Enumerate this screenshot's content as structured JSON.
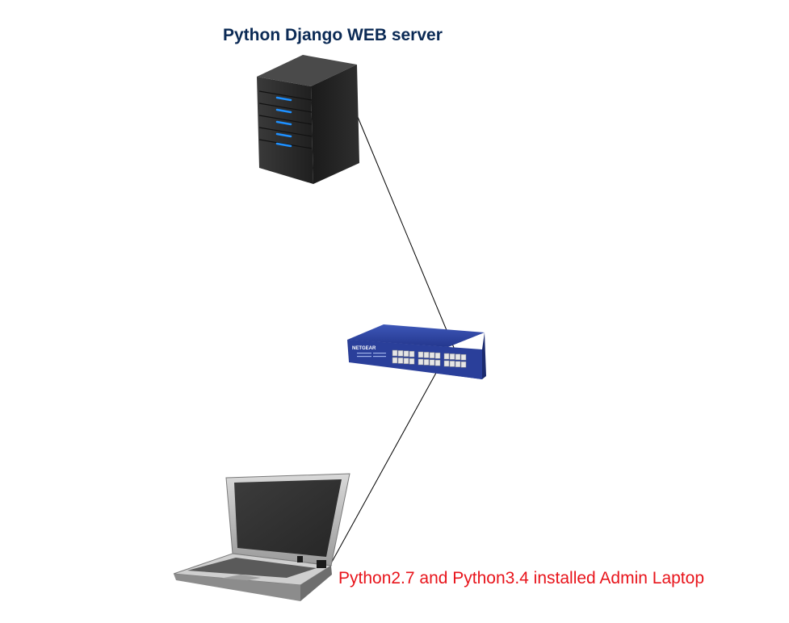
{
  "nodes": {
    "server": {
      "label": "Python Django WEB server",
      "icon": "server-tower-icon"
    },
    "switch": {
      "brand": "NETGEAR",
      "icon": "network-switch-icon"
    },
    "laptop": {
      "label": "Python2.7 and Python3.4 installed Admin Laptop",
      "icon": "laptop-icon"
    }
  },
  "connections": [
    {
      "from": "server",
      "to": "switch"
    },
    {
      "from": "switch",
      "to": "laptop"
    }
  ],
  "colors": {
    "server_label": "#0b2a55",
    "laptop_label": "#e8141b",
    "server_body": "#2b2b2b",
    "server_led": "#1e90ff",
    "switch_body": "#24378e",
    "laptop_body": "#b9b9b9",
    "laptop_screen": "#2e2e2e",
    "link": "#000000"
  }
}
